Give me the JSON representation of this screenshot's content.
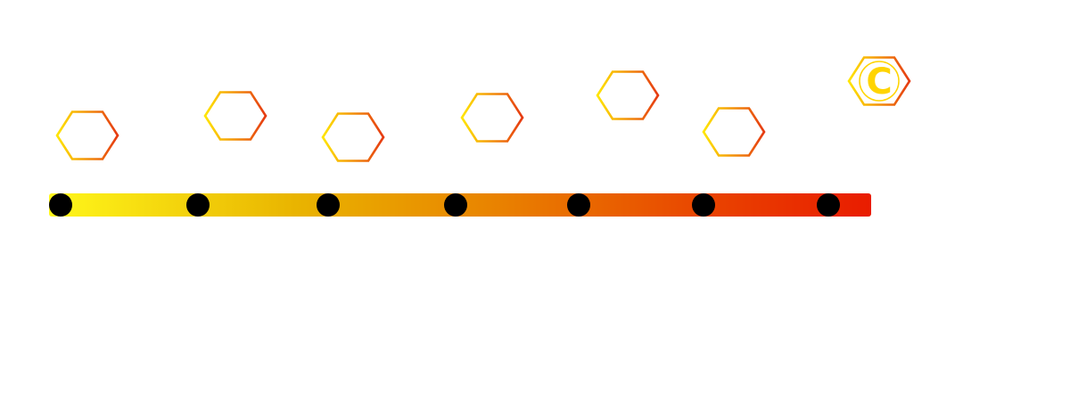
{
  "timeline": {
    "gradient_colors": [
      "#fff71a",
      "#e9b400",
      "#e98100",
      "#e94400",
      "#e91c00"
    ],
    "milestone_color": "#000000",
    "milestone_count": 7
  },
  "hexagon_icons": {
    "stroke_gradient": [
      "#ffe600",
      "#e63a12"
    ],
    "count": 7,
    "last_icon": {
      "name": "logo-c-icon",
      "letter": "C",
      "color": "#ffd400"
    }
  }
}
